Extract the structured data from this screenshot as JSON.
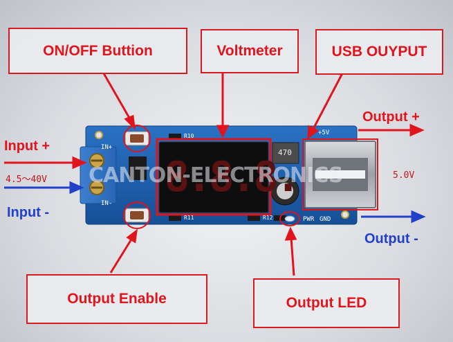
{
  "callouts": {
    "onoff": "ON/OFF Buttion",
    "voltmeter": "Voltmeter",
    "usb": "USB OUYPUT",
    "output_enable": "Output Enable",
    "output_led": "Output LED"
  },
  "labels": {
    "input_plus": "Input +",
    "input_range": "4.5～40V",
    "input_minus": "Input -",
    "output_plus": "Output +",
    "output_voltage": "5.0V",
    "output_minus": "Output -"
  },
  "board": {
    "in_plus": "IN+",
    "in_minus": "IN-",
    "r10": "R10",
    "r11": "R11",
    "r12": "R12",
    "plus5v": "+5V",
    "pwr": "PWR",
    "gnd": "GND",
    "inductor": "470",
    "display": "8.8.8.",
    "watermark": "CANTON-ELECTRONICS"
  },
  "colors": {
    "callout_border": "#d71920",
    "red_text": "#e0141c",
    "blue_text": "#2240c8",
    "pcb": "#1d5fae"
  }
}
